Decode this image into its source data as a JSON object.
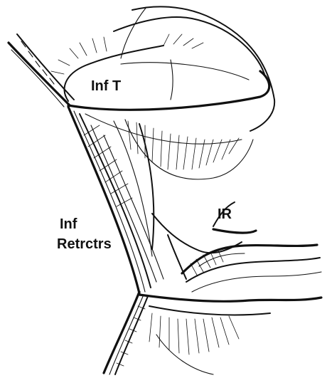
{
  "labels": {
    "inferior_tarsus": "Inf T",
    "inferior_rectus": "IR",
    "inferior_retractors_line1": "Inf",
    "inferior_retractors_line2": "Retrctrs"
  },
  "colors": {
    "ink": "#111111",
    "paper": "#ffffff"
  }
}
